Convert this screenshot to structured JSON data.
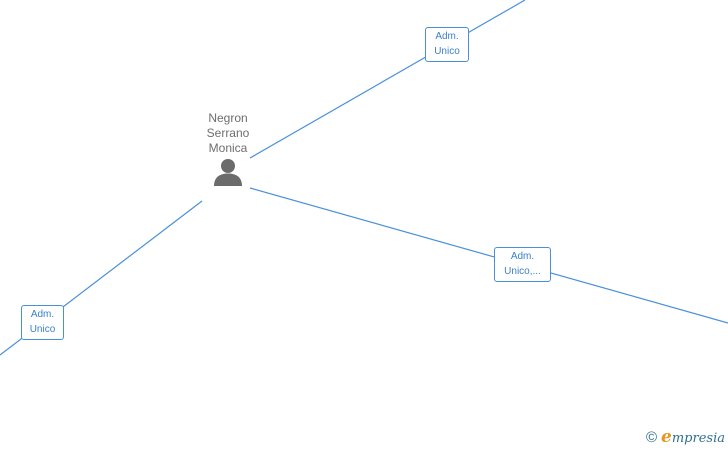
{
  "person": {
    "name": "Negron\nSerrano\nMonica",
    "icon": "person-icon"
  },
  "relations": [
    {
      "label_line1": "Adm.",
      "label_line2": "Unico"
    },
    {
      "label_line1": "Adm.",
      "label_line2": "Unico,..."
    },
    {
      "label_line1": "Adm.",
      "label_line2": "Unico"
    }
  ],
  "watermark": {
    "symbol": "©",
    "brand_initial": "e",
    "brand_rest": "mpresia"
  },
  "colors": {
    "edge": "#4a90d9",
    "role_text": "#3b7fc9",
    "person_text": "#6e6e6e",
    "person_icon": "#6b6b6b",
    "brand_orange": "#e8951d",
    "brand_blue": "#2f6f91"
  }
}
